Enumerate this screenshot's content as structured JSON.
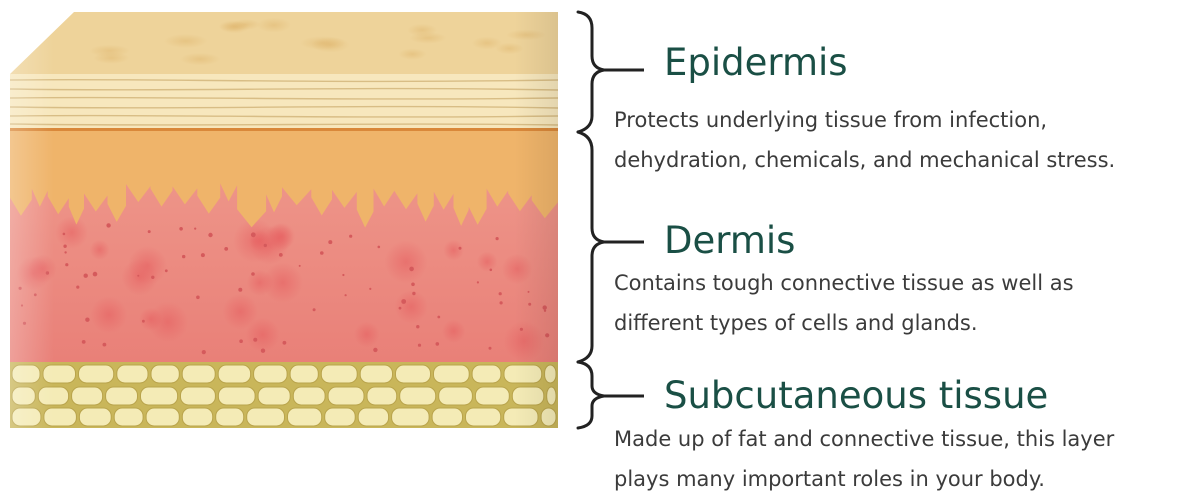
{
  "layers": [
    {
      "id": "epidermis",
      "title": "Epidermis",
      "description": [
        "Protects underlying tissue from infection,",
        "dehydration, chemicals, and mechanical stress."
      ],
      "color": "#e8c98a"
    },
    {
      "id": "dermis",
      "title": "Dermis",
      "description": [
        "Contains tough connective tissue as well as",
        "different types of cells and glands."
      ],
      "color": "#e98a82"
    },
    {
      "id": "subcutaneous",
      "title": "Subcutaneous tissue",
      "description": [
        "Made up of fat and connective tissue, this layer",
        "plays many important roles in your body."
      ],
      "color": "#eee4a6"
    }
  ],
  "colors": {
    "title_text": "#1a4f45",
    "body_text": "#3b3b3b",
    "bracket": "#222222"
  }
}
